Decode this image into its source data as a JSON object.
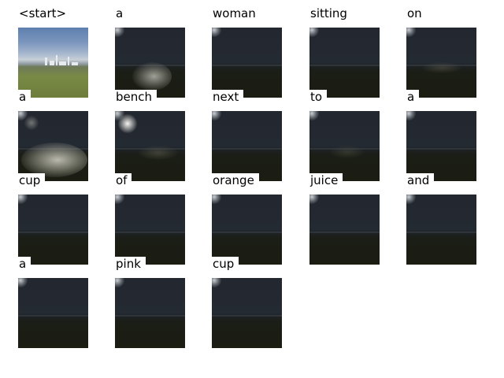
{
  "caption_words": [
    "<start>",
    "a",
    "woman",
    "sitting",
    "on",
    "a",
    "bench",
    "next",
    "to",
    "a",
    "cup",
    "of",
    "orange",
    "juice",
    "and",
    "a",
    "pink",
    "cup"
  ]
}
